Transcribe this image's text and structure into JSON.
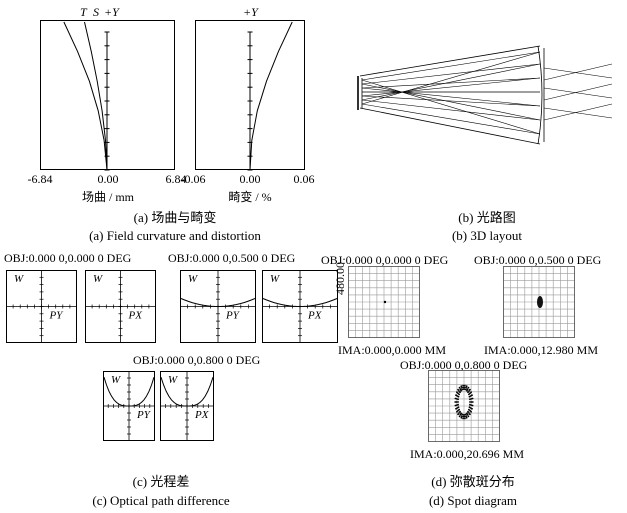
{
  "field_curvature": {
    "labels": [
      "T",
      "S",
      "+Y"
    ],
    "x_ticks": [
      "-6.84",
      "0.00",
      "6.84"
    ],
    "axis_label": "场曲 / mm",
    "chart_data": {
      "type": "line",
      "xlim": [
        -6.84,
        6.84
      ],
      "x_tick_labels": [
        "-6.84",
        "0.00",
        "6.84"
      ],
      "xlabel": "场曲 / mm",
      "series": [
        {
          "name": "T",
          "points": [
            [
              0,
              0
            ],
            [
              -0.3,
              0.2
            ],
            [
              -0.9,
              0.4
            ],
            [
              -1.8,
              0.6
            ],
            [
              -3.0,
              0.8
            ],
            [
              -4.4,
              1.0
            ]
          ]
        },
        {
          "name": "S",
          "points": [
            [
              0,
              0
            ],
            [
              -0.15,
              0.2
            ],
            [
              -0.5,
              0.4
            ],
            [
              -1.0,
              0.6
            ],
            [
              -1.6,
              0.8
            ],
            [
              -2.3,
              1.0
            ]
          ]
        }
      ]
    }
  },
  "distortion": {
    "labels": [
      "+Y"
    ],
    "x_ticks": [
      "-0.06",
      "0.00",
      "0.06"
    ],
    "axis_label": "畸变 / %",
    "chart_data": {
      "type": "line",
      "xlim": [
        -0.06,
        0.06
      ],
      "x_tick_labels": [
        "-0.06",
        "0.00",
        "0.06"
      ],
      "xlabel": "畸变 / %",
      "series": [
        {
          "name": "+Y",
          "points": [
            [
              0,
              0
            ],
            [
              0.002,
              0.2
            ],
            [
              0.008,
              0.4
            ],
            [
              0.018,
              0.6
            ],
            [
              0.031,
              0.8
            ],
            [
              0.046,
              1.0
            ]
          ]
        }
      ]
    }
  },
  "caption_a_cn": "(a) 场曲与畸变",
  "caption_a_en": "(a) Field curvature and distortion",
  "caption_b_cn": "(b) 光路图",
  "caption_b_en": "(b) 3D layout",
  "opd": {
    "fields": [
      {
        "obj": "OBJ:0.000 0,0.000 0 DEG",
        "w": "W",
        "py": "PY",
        "px": "PX"
      },
      {
        "obj": "OBJ:0.000 0,0.500 0 DEG",
        "w": "W",
        "py": "PY",
        "px": "PX"
      },
      {
        "obj": "OBJ:0.000 0,0.800 0 DEG",
        "w": "W",
        "py": "PY",
        "px": "PX"
      }
    ],
    "caption_cn": "(c) 光程差",
    "caption_en": "(c) Optical path difference"
  },
  "spot": {
    "scale_label": "480.00",
    "fields": [
      {
        "obj": "OBJ:0.000 0,0.000 0 DEG",
        "ima": "IMA:0.000,0.000 MM"
      },
      {
        "obj": "OBJ:0.000 0,0.500 0 DEG",
        "ima": "IMA:0.000,12.980 MM"
      },
      {
        "obj": "OBJ:0.000 0,0.800 0 DEG",
        "ima": "IMA:0.000,20.696 MM"
      }
    ],
    "caption_cn": "(d) 弥散斑分布",
    "caption_en": "(d) Spot diagram"
  }
}
